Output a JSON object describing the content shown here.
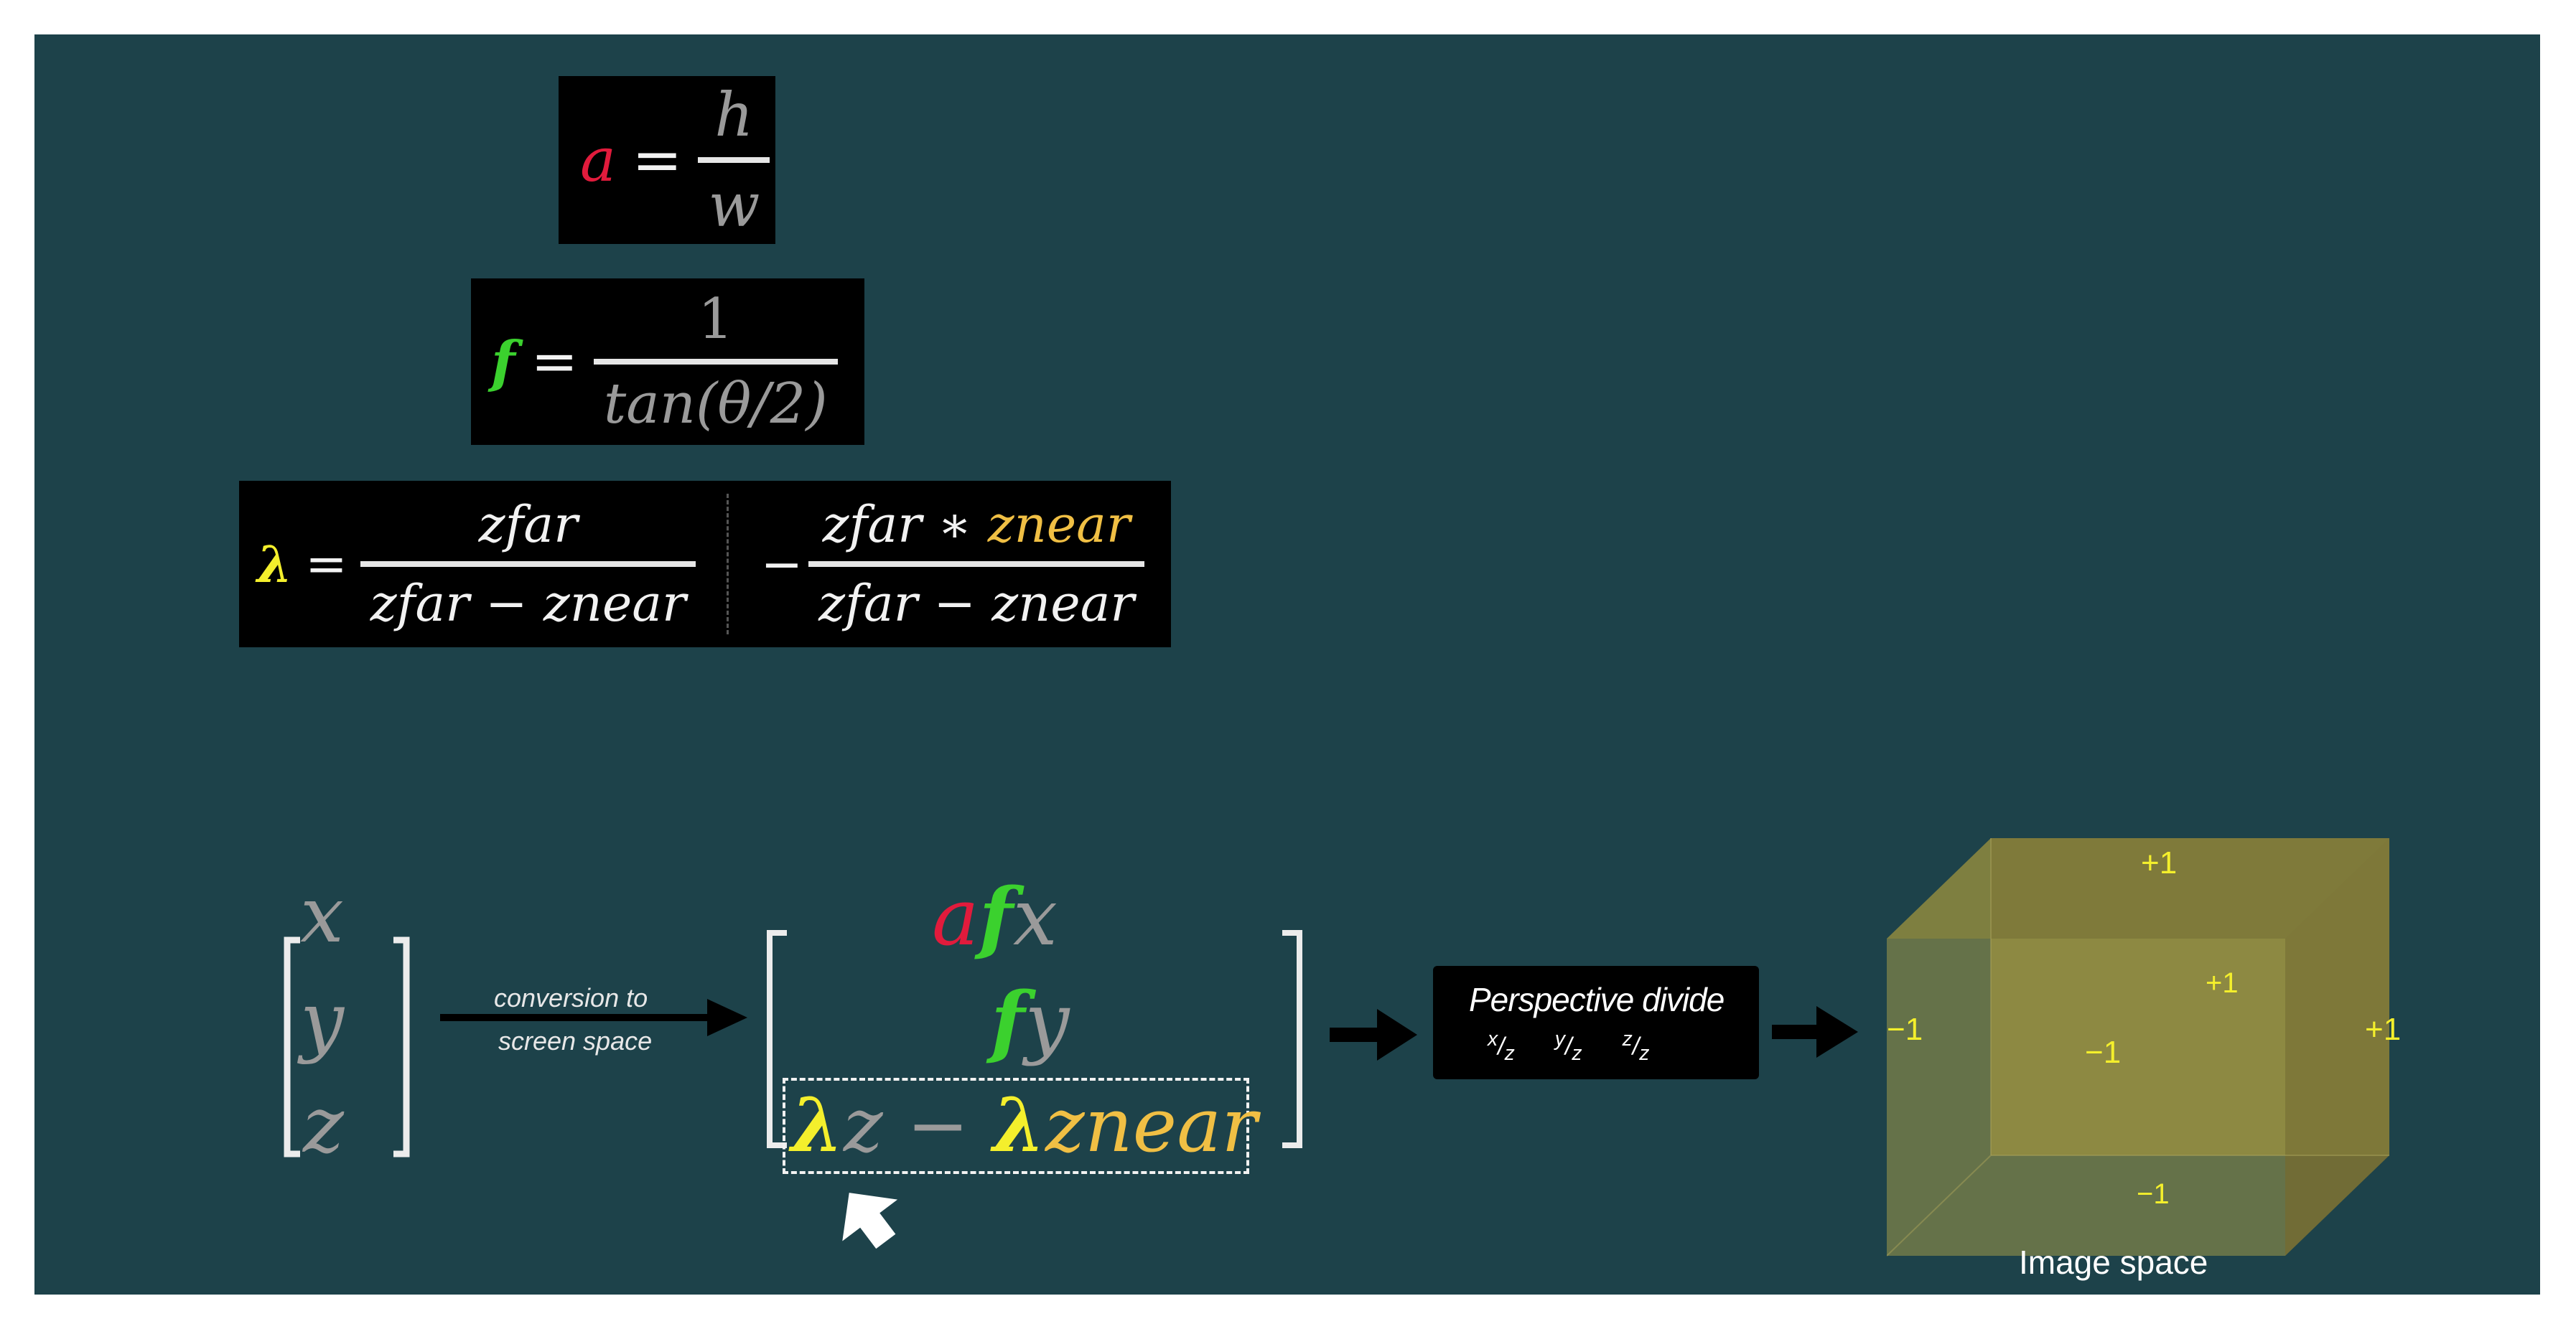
{
  "eq_a": {
    "lhs": "a",
    "eq": "=",
    "num": "h",
    "den": "w"
  },
  "eq_f": {
    "lhs": "f",
    "eq": "=",
    "num": "1",
    "den": "tan(θ/2)"
  },
  "eq_lambda": {
    "lhs": "λ",
    "eq": "=",
    "frac1_num": "zfar",
    "frac1_den": "zfar − znear",
    "minus": "−",
    "frac2_num_a": "zfar ∗ ",
    "frac2_num_b": "znear",
    "frac2_den": "zfar − znear"
  },
  "input_vector": [
    "x",
    "y",
    "z"
  ],
  "conversion_label": [
    "conversion to",
    "screen space"
  ],
  "output_vector": {
    "row1": [
      "a",
      "f",
      "x"
    ],
    "row2": [
      "f",
      "y"
    ],
    "row3": [
      "λ",
      "z",
      " − ",
      "λ",
      "znear"
    ]
  },
  "perspective_box": {
    "title": "Perspective divide",
    "items": [
      {
        "num": "x",
        "den": "z"
      },
      {
        "num": "y",
        "den": "z"
      },
      {
        "num": "z",
        "den": "z"
      }
    ]
  },
  "cube_labels": {
    "top": "+1",
    "left": "−1",
    "right": "+1",
    "bottom": "−1",
    "inner_plus": "+1",
    "inner_minus": "−1"
  },
  "image_space_label": "Image space",
  "colors": {
    "background": "#1d424a",
    "a": "#e11b3c",
    "f": "#3bd12e",
    "lambda": "#f4ef2c",
    "znear": "#f0bf44",
    "cube": "#8f8a3e",
    "cube_label": "#f4ef2c"
  }
}
